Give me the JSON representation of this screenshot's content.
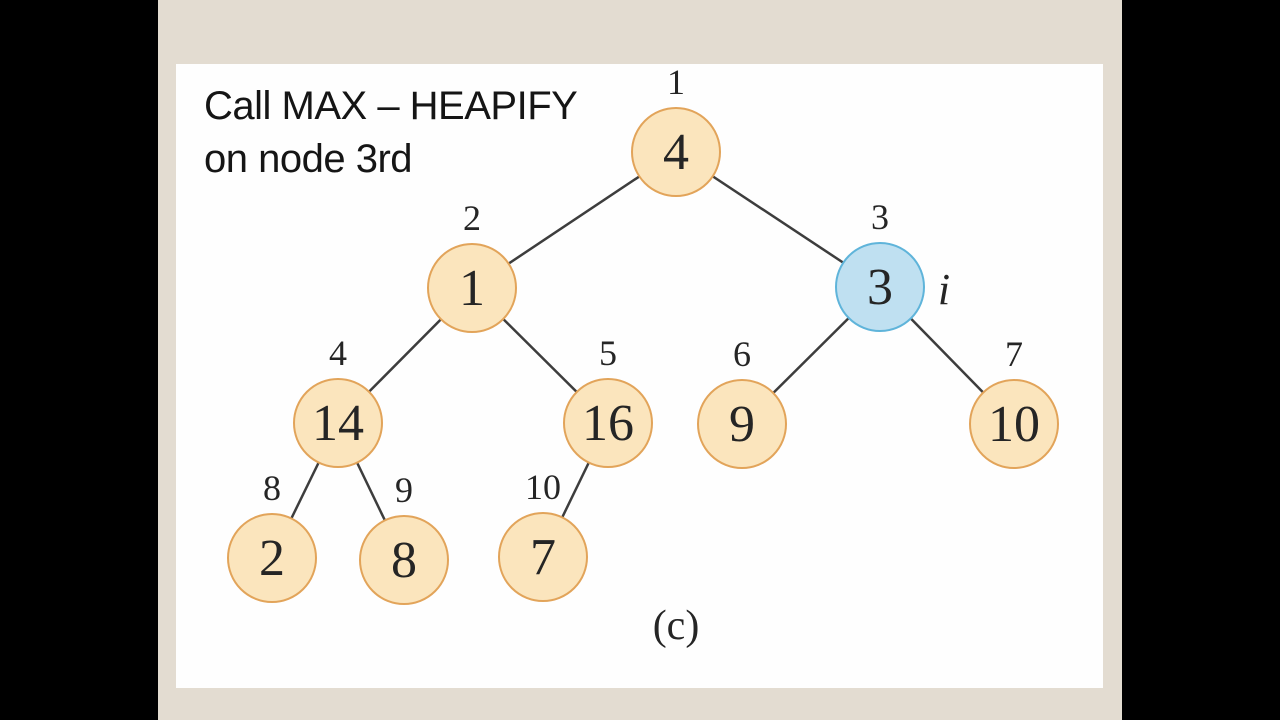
{
  "scene": {
    "description": "Lecture slide video frame showing a MAX-HEAPIFY step on a binary heap",
    "title_line1": "Call MAX – HEAPIFY",
    "title_line2": "on node 3rd",
    "caption": "(c)",
    "pointer_label": "i"
  },
  "colors": {
    "letterbox": "#000000",
    "slide_background": "#e3dcd1",
    "panel_background": "#fefefe",
    "node_fill": "#fbe5bd",
    "node_border": "#e2a45a",
    "highlight_node_fill": "#bfe0f1",
    "highlight_node_border": "#5fb4da",
    "edge_stroke": "#3d3d3d",
    "text": "#252525"
  },
  "tree": {
    "type": "binary-heap",
    "highlighted_heap_index": "3",
    "nodes": [
      {
        "index": "1",
        "value": "4",
        "highlighted": false
      },
      {
        "index": "2",
        "value": "1",
        "highlighted": false
      },
      {
        "index": "3",
        "value": "3",
        "highlighted": true
      },
      {
        "index": "4",
        "value": "14",
        "highlighted": false
      },
      {
        "index": "5",
        "value": "16",
        "highlighted": false
      },
      {
        "index": "6",
        "value": "9",
        "highlighted": false
      },
      {
        "index": "7",
        "value": "10",
        "highlighted": false
      },
      {
        "index": "8",
        "value": "2",
        "highlighted": false
      },
      {
        "index": "9",
        "value": "8",
        "highlighted": false
      },
      {
        "index": "10",
        "value": "7",
        "highlighted": false
      }
    ],
    "edges": [
      [
        "1",
        "2"
      ],
      [
        "1",
        "3"
      ],
      [
        "2",
        "4"
      ],
      [
        "2",
        "5"
      ],
      [
        "3",
        "6"
      ],
      [
        "3",
        "7"
      ],
      [
        "4",
        "8"
      ],
      [
        "4",
        "9"
      ],
      [
        "5",
        "10"
      ]
    ]
  }
}
